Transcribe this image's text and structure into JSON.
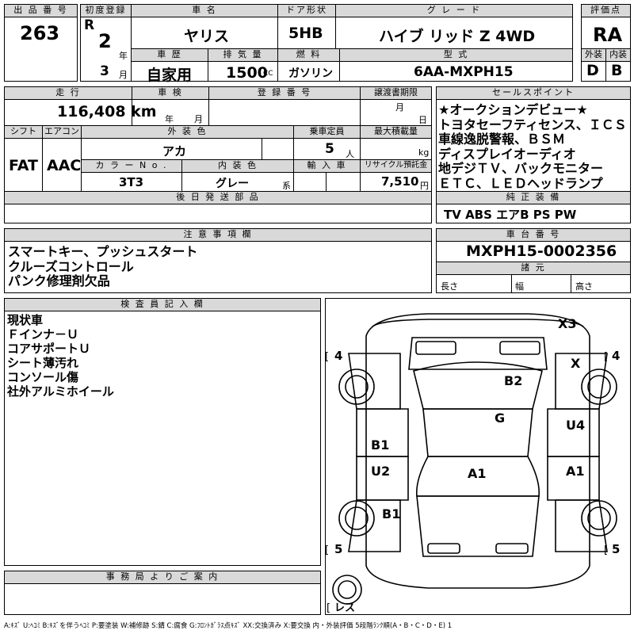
{
  "header": {
    "lot_no_label": "出 品 番 号",
    "lot_no": "263",
    "first_reg_label": "初度登録",
    "era": "R",
    "year_num": "2",
    "year_unit": "年",
    "month_num": "3",
    "month_unit": "月",
    "car_name_label": "車 名",
    "car_name": "ヤリス",
    "door_label": "ドア形状",
    "door": "5HB",
    "grade_label": "グ レ ー ド",
    "grade": "ハイブ リッド Z 4WD",
    "score_label": "評価点",
    "score": "RA",
    "history_label": "車 歴",
    "history": "自家用",
    "displacement_label": "排 気 量",
    "displacement": "1500",
    "displacement_unit": "CC",
    "fuel_label": "燃 料",
    "fuel": "ガソリン",
    "model_label": "型 式",
    "model": "6AA-MXPH15",
    "ext_label": "外装",
    "ext_grade": "D",
    "int_label": "内装",
    "int_grade": "B"
  },
  "row2": {
    "mileage_label": "走 行",
    "mileage": "116,408 km",
    "inspection_label": "車 検",
    "year_unit": "年",
    "month_unit": "月",
    "reg_no_label": "登 録 番 号",
    "transfer_label": "譲渡書期限",
    "month_unit2": "月",
    "day_unit": "日",
    "shift_label": "シフト",
    "shift": "FAT",
    "ac_label": "エアコン",
    "ac": "AAC",
    "color_label": "外 装 色",
    "color": "アカ",
    "capacity_label": "乗車定員",
    "capacity": "5",
    "capacity_unit": "人",
    "load_label": "最大積載量",
    "load_unit": "kg",
    "color_no_label": "カ ラ ー N o .",
    "color_no": "3T3",
    "interior_label": "内 装 色",
    "interior": "グレー",
    "interior_suffix": "系",
    "import_label": "輸 入 車",
    "recycle_label": "リサイクル預託金",
    "recycle": "7,510",
    "recycle_unit": "円",
    "later_label": "後 日 発 送 部 品"
  },
  "sales": {
    "label": "セールスポイント",
    "lines": [
      "★オークションデビュー★",
      "トヨタセーフティセンス、ＩＣＳ",
      "車線逸脱警報、ＢＳＭ",
      "ディスプレイオーディオ",
      "地デジＴＶ、バックモニター",
      "ＥＴＣ、ＬＥＤヘッドランプ"
    ],
    "equip_label": "純 正 装 備",
    "equip": "TV ABS エアB PS PW"
  },
  "notes": {
    "label": "注 意 事 項 欄",
    "lines": [
      "スマートキー、プッシュスタート",
      "クルーズコントロール",
      "パンク修理剤欠品"
    ]
  },
  "chassis": {
    "label": "車 台 番 号",
    "value": "MXPH15-0002356",
    "dims_label": "諸 元",
    "length_label": "長さ",
    "width_label": "幅",
    "height_label": "高さ"
  },
  "inspector": {
    "label": "検 査 員 記 入 欄",
    "lines": [
      "現状車",
      "Ｆインナ－Ｕ",
      "コアサポートＵ",
      "シート薄汚れ",
      "コンソール傷",
      "社外アルミホイール"
    ]
  },
  "office": {
    "label": "事 務 局 よ り ご 案 内"
  },
  "diagram": {
    "marks": [
      "X3",
      "X",
      "B2",
      "G",
      "B1",
      "U4",
      "U2",
      "A1",
      "A1",
      "B1"
    ],
    "tires": [
      "4",
      "4",
      "5",
      "5"
    ],
    "spare": "レス"
  },
  "legend": "A:ｷｽﾞ U:ﾍｺﾐ B:ｷｽﾞを伴うﾍｺﾐ P:要塗装 W:補修跡 S:錆 C:腐食 G:ﾌﾛﾝﾄｶﾞﾗｽ点ｷｽﾞ XX:交換済み X:要交換 内・外装評価 5段階ﾗﾝｸ順(A・B・C・D・E) 1"
}
